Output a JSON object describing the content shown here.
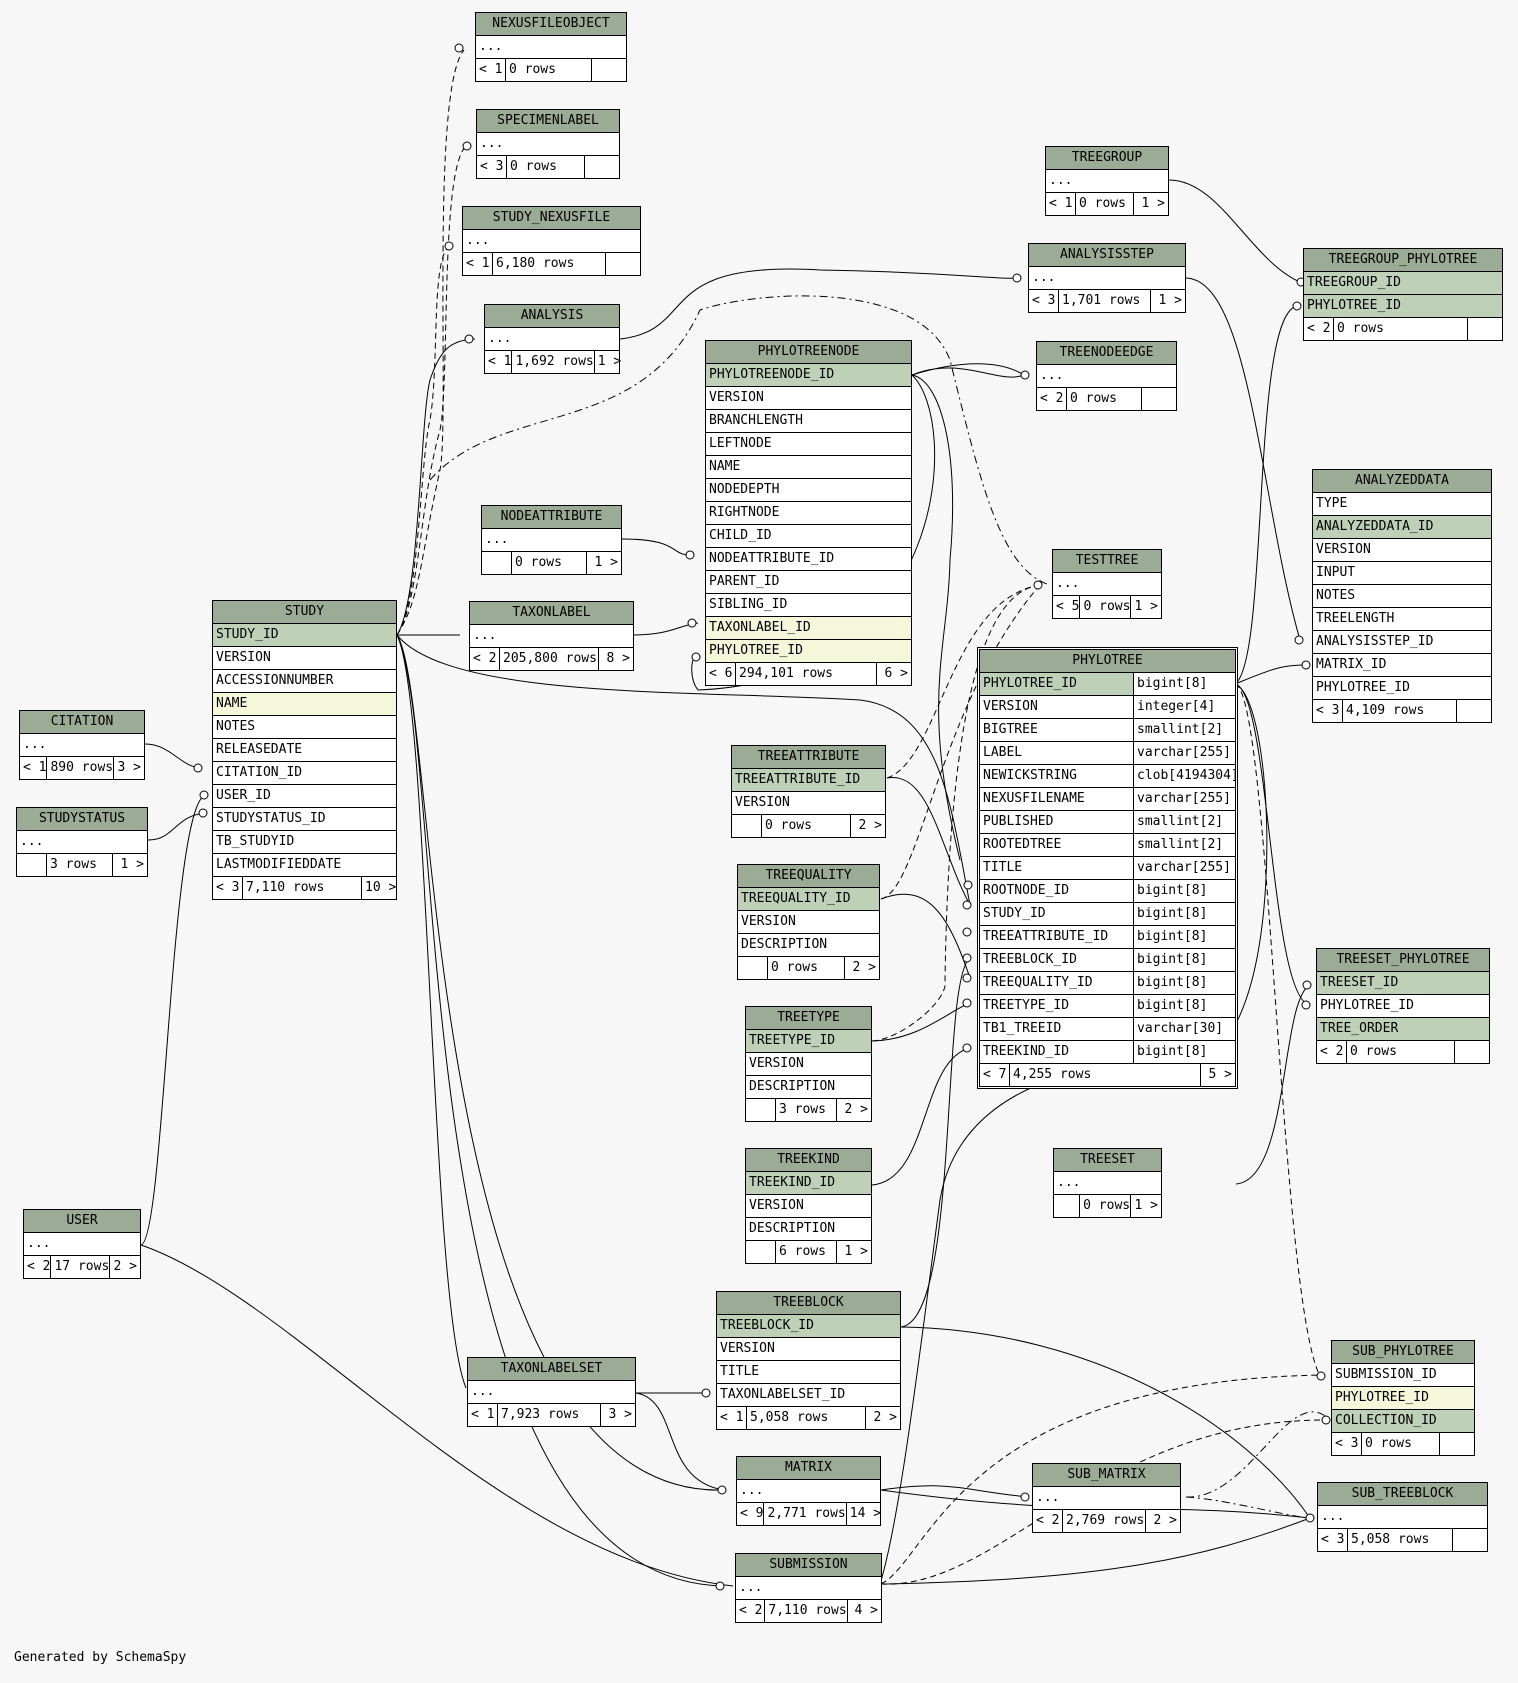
{
  "footer": "Generated by SchemaSpy",
  "tables": {
    "NEXUSFILEOBJECT": {
      "title": "NEXUSFILEOBJECT",
      "columns": [],
      "footer": {
        "parents": "< 1",
        "rows": "0 rows",
        "children": ""
      }
    },
    "SPECIMENLABEL": {
      "title": "SPECIMENLABEL",
      "columns": [],
      "footer": {
        "parents": "< 3",
        "rows": "0 rows",
        "children": ""
      }
    },
    "STUDY_NEXUSFILE": {
      "title": "STUDY_NEXUSFILE",
      "columns": [],
      "footer": {
        "parents": "< 1",
        "rows": "6,180 rows",
        "children": ""
      }
    },
    "ANALYSIS": {
      "title": "ANALYSIS",
      "columns": [],
      "footer": {
        "parents": "< 1",
        "rows": "1,692 rows",
        "children": "1 >"
      }
    },
    "NODEATTRIBUTE": {
      "title": "NODEATTRIBUTE",
      "columns": [],
      "footer": {
        "parents": "",
        "rows": "0 rows",
        "children": "1 >"
      }
    },
    "TAXONLABEL": {
      "title": "TAXONLABEL",
      "columns": [],
      "footer": {
        "parents": "< 2",
        "rows": "205,800 rows",
        "children": "8 >"
      }
    },
    "CITATION": {
      "title": "CITATION",
      "columns": [],
      "footer": {
        "parents": "< 1",
        "rows": "890 rows",
        "children": "3 >"
      }
    },
    "STUDYSTATUS": {
      "title": "STUDYSTATUS",
      "columns": [],
      "footer": {
        "parents": "",
        "rows": "3 rows",
        "children": "1 >"
      }
    },
    "USER": {
      "title": "USER",
      "columns": [],
      "footer": {
        "parents": "< 2",
        "rows": "17 rows",
        "children": "2 >"
      }
    },
    "STUDY": {
      "title": "STUDY",
      "columns": [
        {
          "name": "STUDY_ID",
          "kind": "pk"
        },
        {
          "name": "VERSION",
          "kind": ""
        },
        {
          "name": "ACCESSIONNUMBER",
          "kind": ""
        },
        {
          "name": "NAME",
          "kind": "idx"
        },
        {
          "name": "NOTES",
          "kind": ""
        },
        {
          "name": "RELEASEDATE",
          "kind": ""
        },
        {
          "name": "CITATION_ID",
          "kind": ""
        },
        {
          "name": "USER_ID",
          "kind": ""
        },
        {
          "name": "STUDYSTATUS_ID",
          "kind": ""
        },
        {
          "name": "TB_STUDYID",
          "kind": ""
        },
        {
          "name": "LASTMODIFIEDDATE",
          "kind": ""
        }
      ],
      "footer": {
        "parents": "< 3",
        "rows": "7,110 rows",
        "children": "10 >"
      }
    },
    "PHYLOTREENODE": {
      "title": "PHYLOTREENODE",
      "columns": [
        {
          "name": "PHYLOTREENODE_ID",
          "kind": "pk"
        },
        {
          "name": "VERSION",
          "kind": ""
        },
        {
          "name": "BRANCHLENGTH",
          "kind": ""
        },
        {
          "name": "LEFTNODE",
          "kind": ""
        },
        {
          "name": "NAME",
          "kind": ""
        },
        {
          "name": "NODEDEPTH",
          "kind": ""
        },
        {
          "name": "RIGHTNODE",
          "kind": ""
        },
        {
          "name": "CHILD_ID",
          "kind": ""
        },
        {
          "name": "NODEATTRIBUTE_ID",
          "kind": ""
        },
        {
          "name": "PARENT_ID",
          "kind": ""
        },
        {
          "name": "SIBLING_ID",
          "kind": ""
        },
        {
          "name": "TAXONLABEL_ID",
          "kind": "idx"
        },
        {
          "name": "PHYLOTREE_ID",
          "kind": "idx"
        }
      ],
      "footer": {
        "parents": "< 6",
        "rows": "294,101 rows",
        "children": "6 >"
      }
    },
    "TREEATTRIBUTE": {
      "title": "TREEATTRIBUTE",
      "columns": [
        {
          "name": "TREEATTRIBUTE_ID",
          "kind": "pk"
        },
        {
          "name": "VERSION",
          "kind": ""
        }
      ],
      "footer": {
        "parents": "",
        "rows": "0 rows",
        "children": "2 >"
      }
    },
    "TREEQUALITY": {
      "title": "TREEQUALITY",
      "columns": [
        {
          "name": "TREEQUALITY_ID",
          "kind": "pk"
        },
        {
          "name": "VERSION",
          "kind": ""
        },
        {
          "name": "DESCRIPTION",
          "kind": ""
        }
      ],
      "footer": {
        "parents": "",
        "rows": "0 rows",
        "children": "2 >"
      }
    },
    "TREETYPE": {
      "title": "TREETYPE",
      "columns": [
        {
          "name": "TREETYPE_ID",
          "kind": "pk"
        },
        {
          "name": "VERSION",
          "kind": ""
        },
        {
          "name": "DESCRIPTION",
          "kind": ""
        }
      ],
      "footer": {
        "parents": "",
        "rows": "3 rows",
        "children": "2 >"
      }
    },
    "TREEKIND": {
      "title": "TREEKIND",
      "columns": [
        {
          "name": "TREEKIND_ID",
          "kind": "pk"
        },
        {
          "name": "VERSION",
          "kind": ""
        },
        {
          "name": "DESCRIPTION",
          "kind": ""
        }
      ],
      "footer": {
        "parents": "",
        "rows": "6 rows",
        "children": "1 >"
      }
    },
    "TREEBLOCK": {
      "title": "TREEBLOCK",
      "columns": [
        {
          "name": "TREEBLOCK_ID",
          "kind": "pk"
        },
        {
          "name": "VERSION",
          "kind": ""
        },
        {
          "name": "TITLE",
          "kind": ""
        },
        {
          "name": "TAXONLABELSET_ID",
          "kind": ""
        }
      ],
      "footer": {
        "parents": "< 1",
        "rows": "5,058 rows",
        "children": "2 >"
      }
    },
    "TAXONLABELSET": {
      "title": "TAXONLABELSET",
      "columns": [],
      "footer": {
        "parents": "< 1",
        "rows": "7,923 rows",
        "children": "3 >"
      }
    },
    "MATRIX": {
      "title": "MATRIX",
      "columns": [],
      "footer": {
        "parents": "< 9",
        "rows": "2,771 rows",
        "children": "14 >"
      }
    },
    "SUBMISSION": {
      "title": "SUBMISSION",
      "columns": [],
      "footer": {
        "parents": "< 2",
        "rows": "7,110 rows",
        "children": "4 >"
      }
    },
    "TREEGROUP": {
      "title": "TREEGROUP",
      "columns": [],
      "footer": {
        "parents": "< 1",
        "rows": "0 rows",
        "children": "1 >"
      }
    },
    "ANALYSISSTEP": {
      "title": "ANALYSISSTEP",
      "columns": [],
      "footer": {
        "parents": "< 3",
        "rows": "1,701 rows",
        "children": "1 >"
      }
    },
    "TREENODEEDGE": {
      "title": "TREENODEEDGE",
      "columns": [],
      "footer": {
        "parents": "< 2",
        "rows": "0 rows",
        "children": ""
      }
    },
    "TESTTREE": {
      "title": "TESTTREE",
      "columns": [],
      "footer": {
        "parents": "< 5",
        "rows": "0 rows",
        "children": "1 >"
      }
    },
    "PHYLOTREE": {
      "title": "PHYLOTREE",
      "columns": [
        {
          "name": "PHYLOTREE_ID",
          "kind": "pk",
          "type": "bigint[8]"
        },
        {
          "name": "VERSION",
          "kind": "",
          "type": "integer[4]"
        },
        {
          "name": "BIGTREE",
          "kind": "",
          "type": "smallint[2]"
        },
        {
          "name": "LABEL",
          "kind": "",
          "type": "varchar[255]"
        },
        {
          "name": "NEWICKSTRING",
          "kind": "",
          "type": "clob[4194304]"
        },
        {
          "name": "NEXUSFILENAME",
          "kind": "",
          "type": "varchar[255]"
        },
        {
          "name": "PUBLISHED",
          "kind": "",
          "type": "smallint[2]"
        },
        {
          "name": "ROOTEDTREE",
          "kind": "",
          "type": "smallint[2]"
        },
        {
          "name": "TITLE",
          "kind": "",
          "type": "varchar[255]"
        },
        {
          "name": "ROOTNODE_ID",
          "kind": "",
          "type": "bigint[8]"
        },
        {
          "name": "STUDY_ID",
          "kind": "",
          "type": "bigint[8]"
        },
        {
          "name": "TREEATTRIBUTE_ID",
          "kind": "",
          "type": "bigint[8]"
        },
        {
          "name": "TREEBLOCK_ID",
          "kind": "",
          "type": "bigint[8]"
        },
        {
          "name": "TREEQUALITY_ID",
          "kind": "",
          "type": "bigint[8]"
        },
        {
          "name": "TREETYPE_ID",
          "kind": "",
          "type": "bigint[8]"
        },
        {
          "name": "TB1_TREEID",
          "kind": "",
          "type": "varchar[30]"
        },
        {
          "name": "TREEKIND_ID",
          "kind": "",
          "type": "bigint[8]"
        }
      ],
      "footer": {
        "parents": "< 7",
        "rows": "4,255 rows",
        "children": "5 >"
      }
    },
    "TREEGROUP_PHYLOTREE": {
      "title": "TREEGROUP_PHYLOTREE",
      "columns": [
        {
          "name": "TREEGROUP_ID",
          "kind": "pk"
        },
        {
          "name": "PHYLOTREE_ID",
          "kind": "pk"
        }
      ],
      "footer": {
        "parents": "< 2",
        "rows": "0 rows",
        "children": ""
      }
    },
    "ANALYZEDDATA": {
      "title": "ANALYZEDDATA",
      "columns": [
        {
          "name": "TYPE",
          "kind": ""
        },
        {
          "name": "ANALYZEDDATA_ID",
          "kind": "pk"
        },
        {
          "name": "VERSION",
          "kind": ""
        },
        {
          "name": "INPUT",
          "kind": ""
        },
        {
          "name": "NOTES",
          "kind": ""
        },
        {
          "name": "TREELENGTH",
          "kind": ""
        },
        {
          "name": "ANALYSISSTEP_ID",
          "kind": ""
        },
        {
          "name": "MATRIX_ID",
          "kind": ""
        },
        {
          "name": "PHYLOTREE_ID",
          "kind": ""
        }
      ],
      "footer": {
        "parents": "< 3",
        "rows": "4,109 rows",
        "children": ""
      }
    },
    "TREESET_PHYLOTREE": {
      "title": "TREESET_PHYLOTREE",
      "columns": [
        {
          "name": "TREESET_ID",
          "kind": "pk"
        },
        {
          "name": "PHYLOTREE_ID",
          "kind": ""
        },
        {
          "name": "TREE_ORDER",
          "kind": "pk"
        }
      ],
      "footer": {
        "parents": "< 2",
        "rows": "0 rows",
        "children": ""
      }
    },
    "TREESET": {
      "title": "TREESET",
      "columns": [],
      "footer": {
        "parents": "",
        "rows": "0 rows",
        "children": "1 >"
      }
    },
    "SUB_PHYLOTREE": {
      "title": "SUB_PHYLOTREE",
      "columns": [
        {
          "name": "SUBMISSION_ID",
          "kind": ""
        },
        {
          "name": "PHYLOTREE_ID",
          "kind": "idx"
        },
        {
          "name": "COLLECTION_ID",
          "kind": "pk"
        }
      ],
      "footer": {
        "parents": "< 3",
        "rows": "0 rows",
        "children": ""
      }
    },
    "SUB_MATRIX": {
      "title": "SUB_MATRIX",
      "columns": [],
      "footer": {
        "parents": "< 2",
        "rows": "2,769 rows",
        "children": "2 >"
      }
    },
    "SUB_TREEBLOCK": {
      "title": "SUB_TREEBLOCK",
      "columns": [],
      "footer": {
        "parents": "< 3",
        "rows": "5,058 rows",
        "children": ""
      }
    }
  },
  "ellipsis": "..."
}
